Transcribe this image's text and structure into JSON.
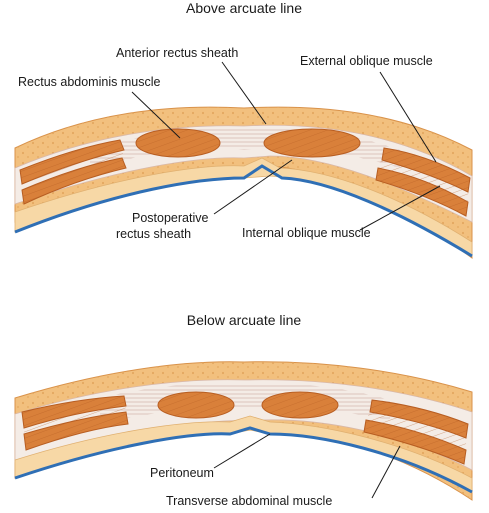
{
  "panels": {
    "top": {
      "title": "Above arcuate line",
      "labels": {
        "anterior_rectus_sheath": "Anterior rectus sheath",
        "external_oblique": "External oblique muscle",
        "rectus_abdominis": "Rectus abdominis muscle",
        "postoperative_sheath_line1": "Postoperative",
        "postoperative_sheath_line2": "rectus sheath",
        "internal_oblique": "Internal oblique muscle"
      }
    },
    "bottom": {
      "title": "Below arcuate line",
      "labels": {
        "peritoneum": "Peritoneum",
        "transverse_abdominal": "Transverse abdominal muscle"
      }
    }
  },
  "colors": {
    "fat": "#f2c07e",
    "fat_light": "#f7d8a6",
    "muscle": "#d9803a",
    "muscle_dark": "#b85e22",
    "fascia": "#f4ece6",
    "peritoneum": "#2f6fb5",
    "leader": "#1a1a1a"
  }
}
